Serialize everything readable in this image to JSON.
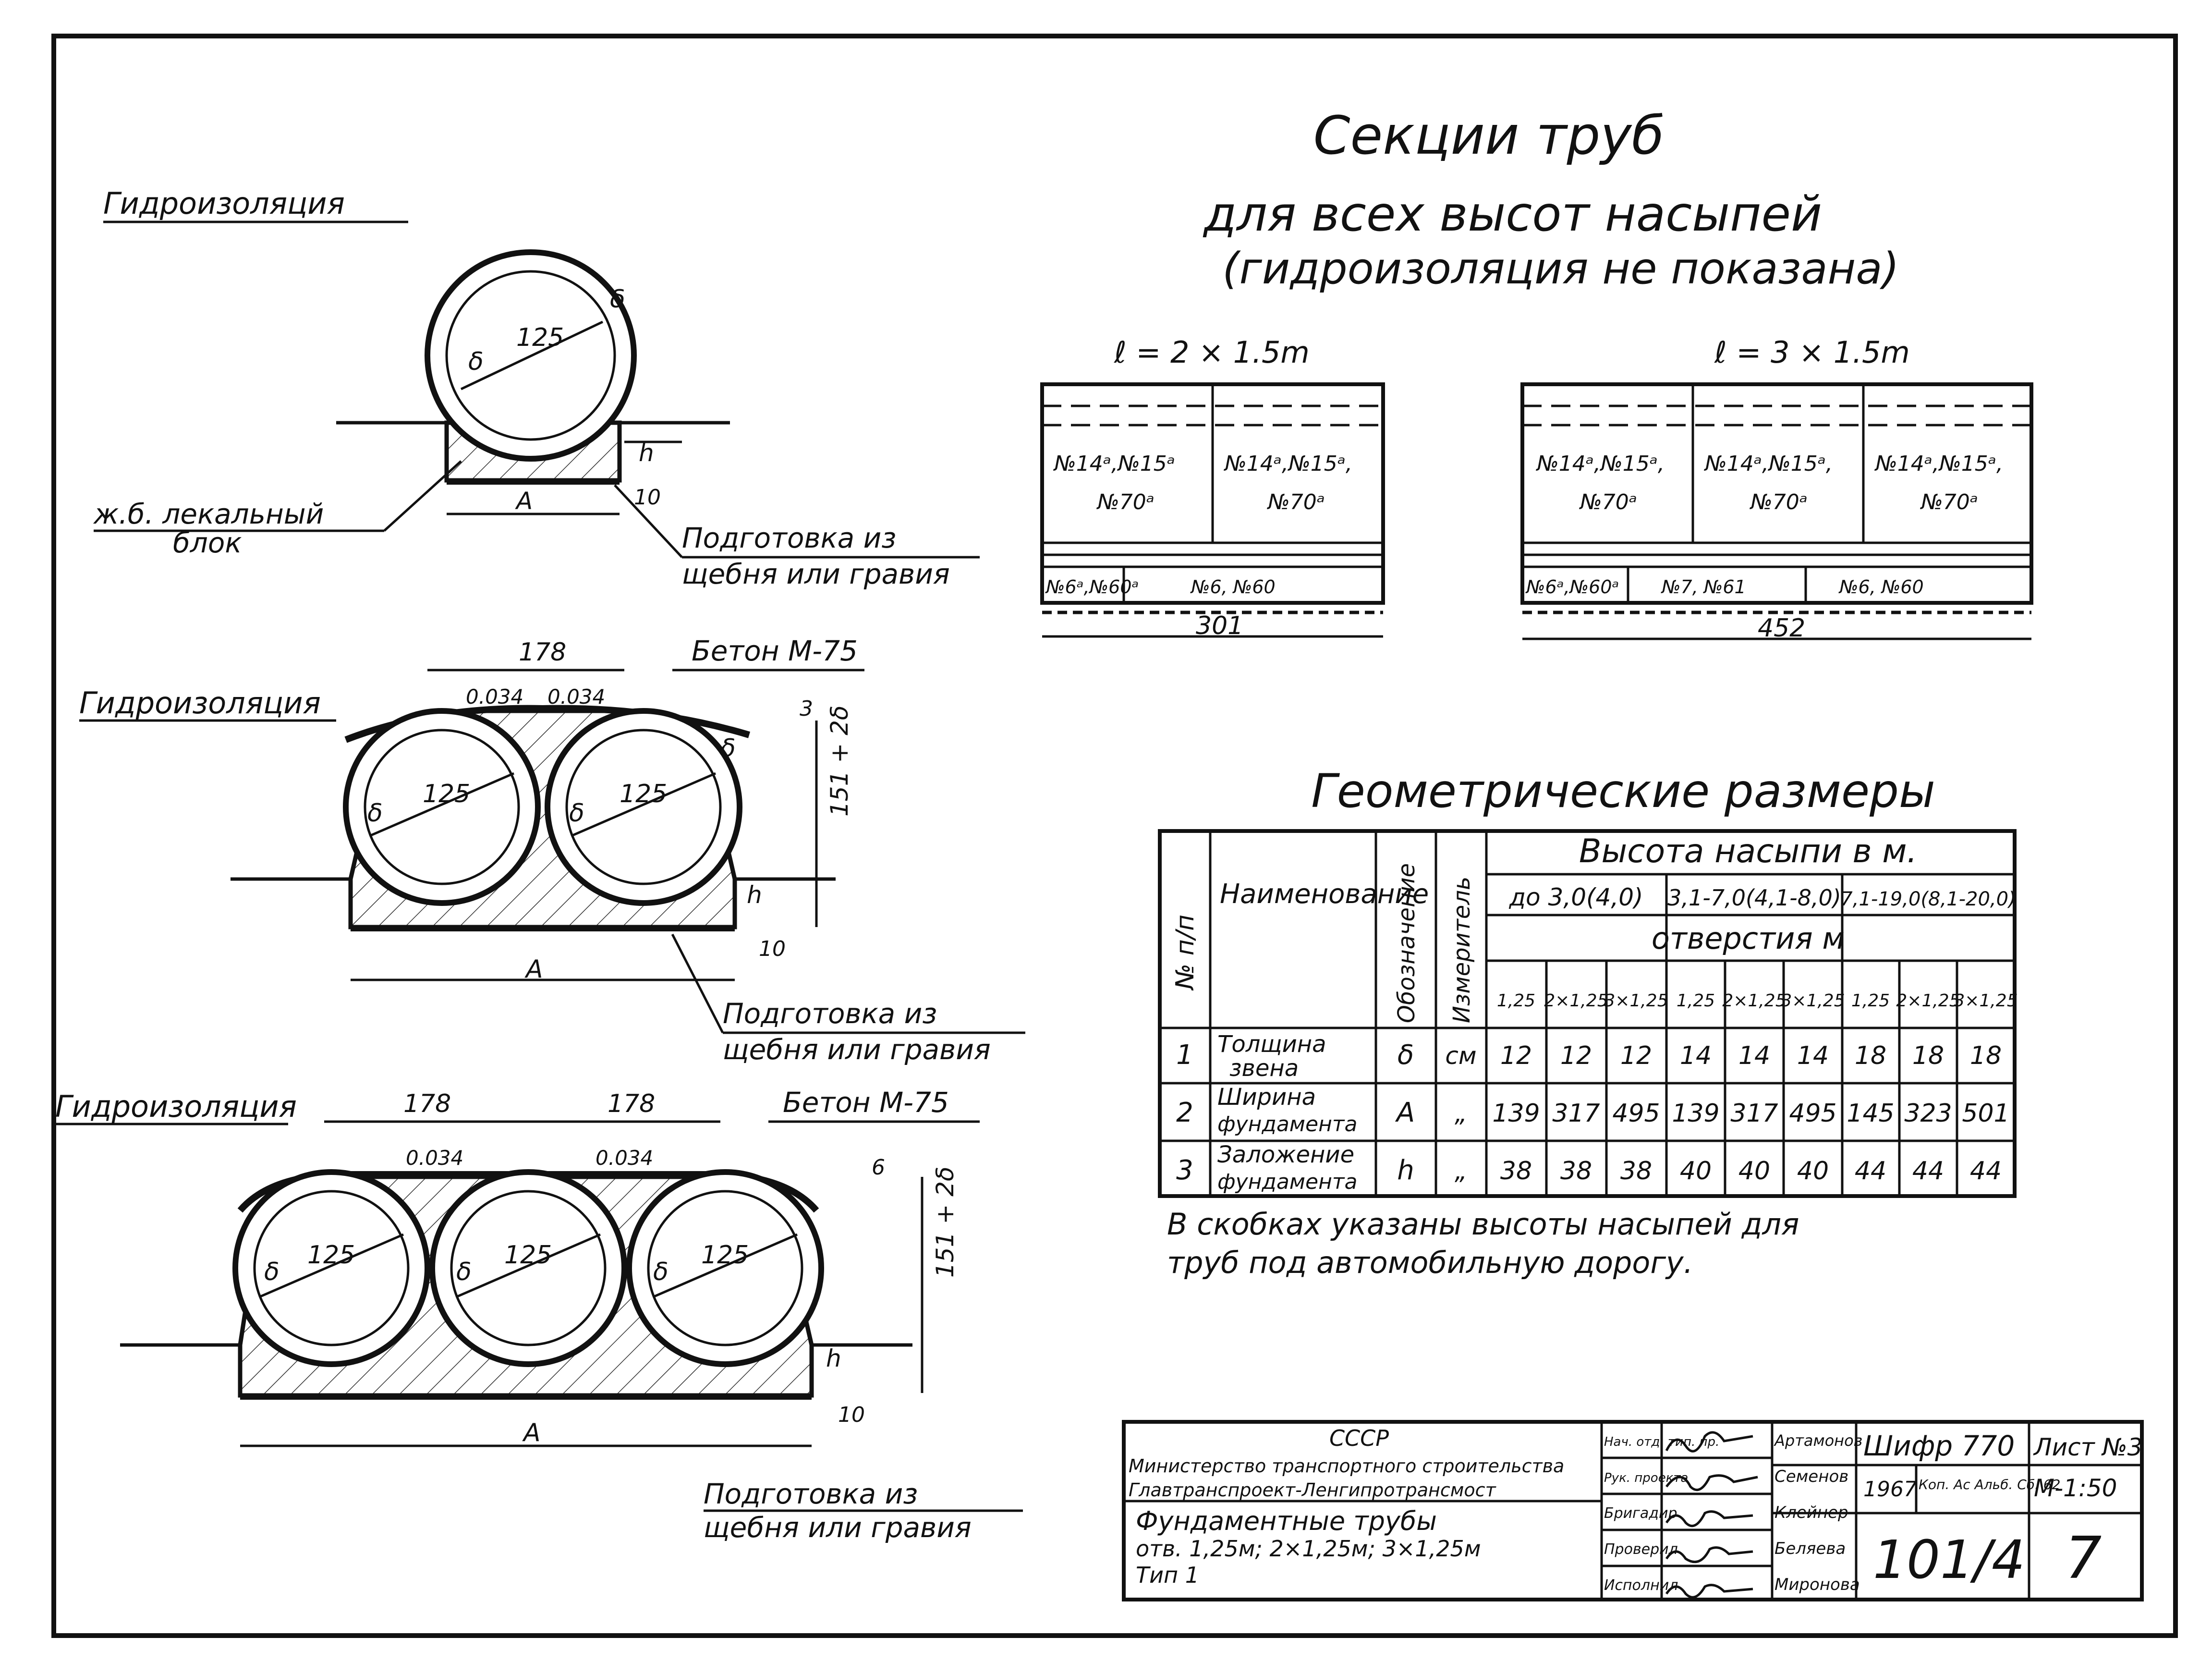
{
  "sheet": {
    "title_line1": "Секции труб",
    "title_line2": "для всех высот насыпей",
    "title_line3": "(гидроизоляция не показана)"
  },
  "sections": {
    "single": {
      "waterproofing": "Гидроизоляция",
      "diameter": "125",
      "delta": "δ",
      "h": "h",
      "a": "А",
      "ten": "10",
      "block_label_1": "ж.б. лекальный",
      "block_label_2": "блок",
      "prep_1": "Подготовка из",
      "prep_2": "щебня или гравия"
    },
    "double": {
      "waterproofing": "Гидроизоляция",
      "span": "178",
      "concrete": "Бетон М-75",
      "slope_left": "0.034",
      "slope_right": "0.034",
      "three": "3",
      "height": "151 + 2δ",
      "diameter": "125",
      "delta": "δ",
      "h": "h",
      "a": "А",
      "ten": "10",
      "prep_1": "Подготовка из",
      "prep_2": "щебня или гравия"
    },
    "triple": {
      "waterproofing": "Гидроизоляция",
      "span_1": "178",
      "span_2": "178",
      "concrete": "Бетон М-75",
      "slope_left": "0.034",
      "slope_right": "0.034",
      "six": "6",
      "height": "151 + 2δ",
      "diameter": "125",
      "delta": "δ",
      "h": "h",
      "a": "А",
      "ten": "10",
      "prep_1": "Подготовка из",
      "prep_2": "щебня или гравия"
    }
  },
  "pipe_sections": {
    "left": {
      "length": "ℓ = 2 × 1.5m",
      "cells": [
        "№14ᵃ,№15ᵃ",
        "№14ᵃ,№15ᵃ,"
      ],
      "cells_row2": [
        "№70ᵃ",
        "№70ᵃ"
      ],
      "bottom": [
        "№6ᵃ,№60ᵃ",
        "№6, №60"
      ],
      "dimension": "301"
    },
    "right": {
      "length": "ℓ = 3 × 1.5m",
      "cells": [
        "№14ᵃ,№15ᵃ,",
        "№14ᵃ,№15ᵃ,",
        "№14ᵃ,№15ᵃ,"
      ],
      "cells_row2": [
        "№70ᵃ",
        "№70ᵃ",
        "№70ᵃ"
      ],
      "bottom": [
        "№6ᵃ,№60ᵃ",
        "№7, №61",
        "№6, №60"
      ],
      "dimension": "452"
    }
  },
  "geometry_table": {
    "title": "Геометрические размеры",
    "col_num": "№ п/п",
    "col_name": "Наименование",
    "col_symbol": "Обозначение",
    "col_unit": "Измеритель",
    "group_header": "Высота насыпи в м.",
    "height_groups": [
      "до 3,0(4,0)",
      "3,1-7,0(4,1-8,0)",
      "7,1-19,0(8,1-20,0)"
    ],
    "openings_header": "отверстия м",
    "openings": [
      "1,25",
      "2×1,25",
      "3×1,25",
      "1,25",
      "2×1,25",
      "3×1,25",
      "1,25",
      "2×1,25",
      "3×1,25"
    ],
    "rows": [
      {
        "n": "1",
        "name_1": "Толщина",
        "name_2": "звена",
        "symbol": "δ",
        "unit": "см",
        "values": [
          "12",
          "12",
          "12",
          "14",
          "14",
          "14",
          "18",
          "18",
          "18"
        ]
      },
      {
        "n": "2",
        "name_1": "Ширина",
        "name_2": "фундамента",
        "symbol": "А",
        "unit": "„",
        "values": [
          "139",
          "317",
          "495",
          "139",
          "317",
          "495",
          "145",
          "323",
          "501"
        ]
      },
      {
        "n": "3",
        "name_1": "Заложение",
        "name_2": "фундамента",
        "symbol": "h",
        "unit": "„",
        "values": [
          "38",
          "38",
          "38",
          "40",
          "40",
          "40",
          "44",
          "44",
          "44"
        ]
      }
    ],
    "note_line1": "В скобках указаны высоты насыпей для",
    "note_line2": "труб под автомобильную дорогу."
  },
  "title_block": {
    "org_1": "СССР",
    "org_2": "Министерство транспортного строительства",
    "org_3": "Главтранспроект-Ленгипротрансмост",
    "doc_1": "Фундаментные трубы",
    "doc_2": "отв. 1,25м; 2×1,25м; 3×1,25м",
    "doc_3": "Тип 1",
    "roles": [
      "Нач. отд. тип. пр.",
      "Рук. проекта",
      "Бригадир",
      "Проверил",
      "Исполнил"
    ],
    "names": [
      "Артамонов",
      "Семенов",
      "Клейнер",
      "Беляева",
      "Миронова"
    ],
    "cipher": "Шифр 770",
    "sheet_no": "Лист №3",
    "year": "1967",
    "copy": "Коп. Ас Альб. Сб. 62",
    "scale": "М-1:50",
    "number": "101/4",
    "page": "7"
  }
}
